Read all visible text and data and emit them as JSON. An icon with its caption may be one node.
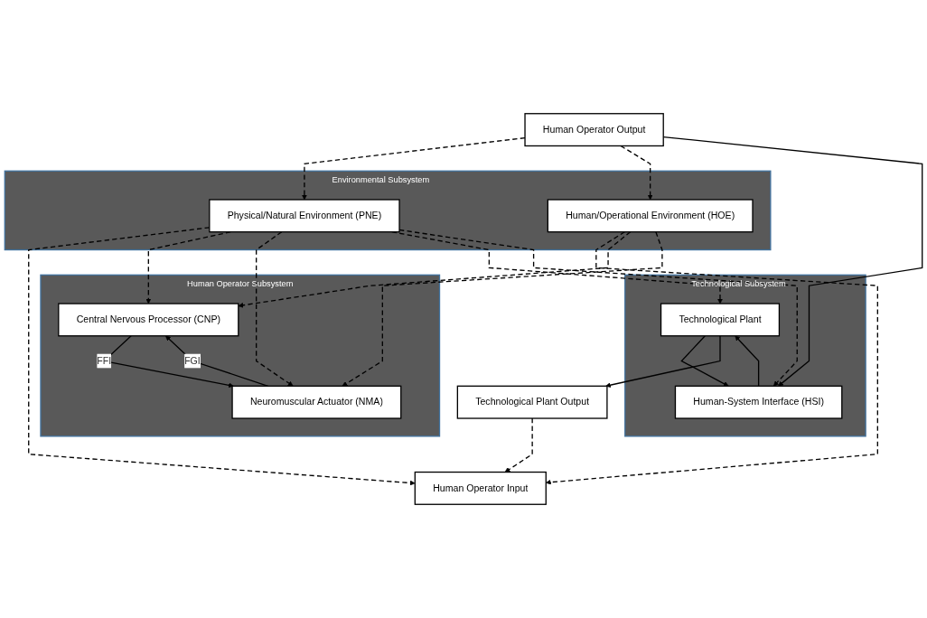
{
  "diagram": {
    "nodes": [
      {
        "text": [
          "Environmental Subsystem"
        ]
      },
      {
        "text": [
          "Physical/Natural Environment (PNE)"
        ],
        "in": 0
      },
      {
        "text": [
          "Human/Operational Environment (HOE)"
        ],
        "in": 0
      },
      {
        "text": [
          "Human Operator Subsystem"
        ]
      },
      {
        "text": [
          "Central Nervous Processor (CNP)"
        ],
        "in": 3
      },
      {
        "text": [
          "Neuromuscular Actuator (NMA)"
        ],
        "in": 3
      },
      {
        "text": [
          "Human Operator Input"
        ]
      },
      {
        "text": [
          "Human Operator Output"
        ]
      },
      {
        "text": [
          "Technological Subsystem"
        ]
      },
      {
        "text": [
          "Technological Plant"
        ],
        "in": 8
      },
      {
        "text": [
          "Human-System Interface (HSI)"
        ],
        "in": 8
      },
      {
        "text": [
          "Technological Plant Output"
        ]
      }
    ],
    "edges": [
      {
        "from": 1,
        "to": 6,
        "arrow": "to",
        "style": "dashed"
      },
      {
        "from": 1,
        "to": 4,
        "arrow": "to",
        "style": "dashed"
      },
      {
        "from": 1,
        "to": 5,
        "arrow": "to",
        "style": "dashed"
      },
      {
        "from": 1,
        "to": 9,
        "arrow": "to",
        "style": "dashed"
      },
      {
        "from": 1,
        "to": 10,
        "arrow": "to",
        "style": "dashed"
      },
      {
        "from": 2,
        "to": 6,
        "arrow": "to",
        "style": "dashed"
      },
      {
        "from": 2,
        "to": 4,
        "arrow": "to",
        "style": "dashed"
      },
      {
        "from": 2,
        "to": 5,
        "arrow": "to",
        "style": "dashed"
      },
      {
        "from": 7,
        "to": 1,
        "arrow": "to",
        "style": "dashed"
      },
      {
        "from": 7,
        "to": 2,
        "arrow": "to",
        "style": "dashed"
      },
      {
        "from": 5,
        "to": 4,
        "arrow": "to",
        "label": "FGI"
      },
      {
        "from": 4,
        "to": 5,
        "arrow": "to",
        "label": "FFI"
      },
      {
        "from": 7,
        "to": 10,
        "arrow": "to"
      },
      {
        "from": 10,
        "to": 9,
        "arrow": "to"
      },
      {
        "from": 9,
        "to": 10,
        "arrow": "to"
      },
      {
        "from": 9,
        "to": 11,
        "arrow": "to"
      },
      {
        "from": 11,
        "to": 6,
        "arrow": "to",
        "style": "dashed"
      }
    ]
  }
}
